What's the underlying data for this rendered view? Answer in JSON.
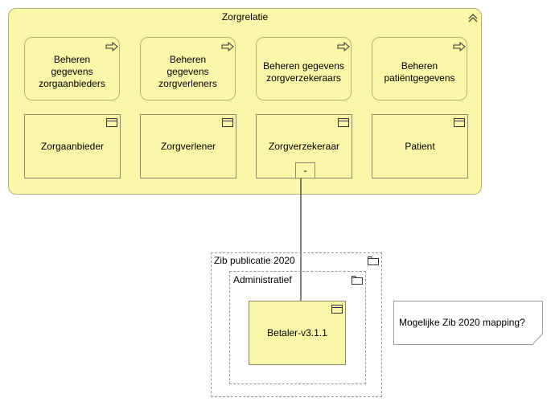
{
  "group": {
    "title": "Zorgrelatie"
  },
  "services": [
    {
      "label": "Beheren gegevens zorgaanbieders"
    },
    {
      "label": "Beheren gegevens zorgverleners"
    },
    {
      "label": "Beheren gegevens zorgverzekeraars"
    },
    {
      "label": "Beheren patiëntgegevens"
    }
  ],
  "objects": [
    {
      "label": "Zorgaanbieder"
    },
    {
      "label": "Zorgverlener"
    },
    {
      "label": "Zorgverzekeraar"
    },
    {
      "label": "Patient"
    }
  ],
  "collapse_marker": "-",
  "package": {
    "title": "Zib publicatie 2020",
    "subpackage": "Administratief",
    "element": "Betaler-v3.1.1"
  },
  "note": {
    "text": "Mogelijke Zib 2020 mapping?"
  },
  "colors": {
    "fill": "#fbf7a8",
    "border": "#b5b070",
    "dashed": "#9a9a9a"
  }
}
